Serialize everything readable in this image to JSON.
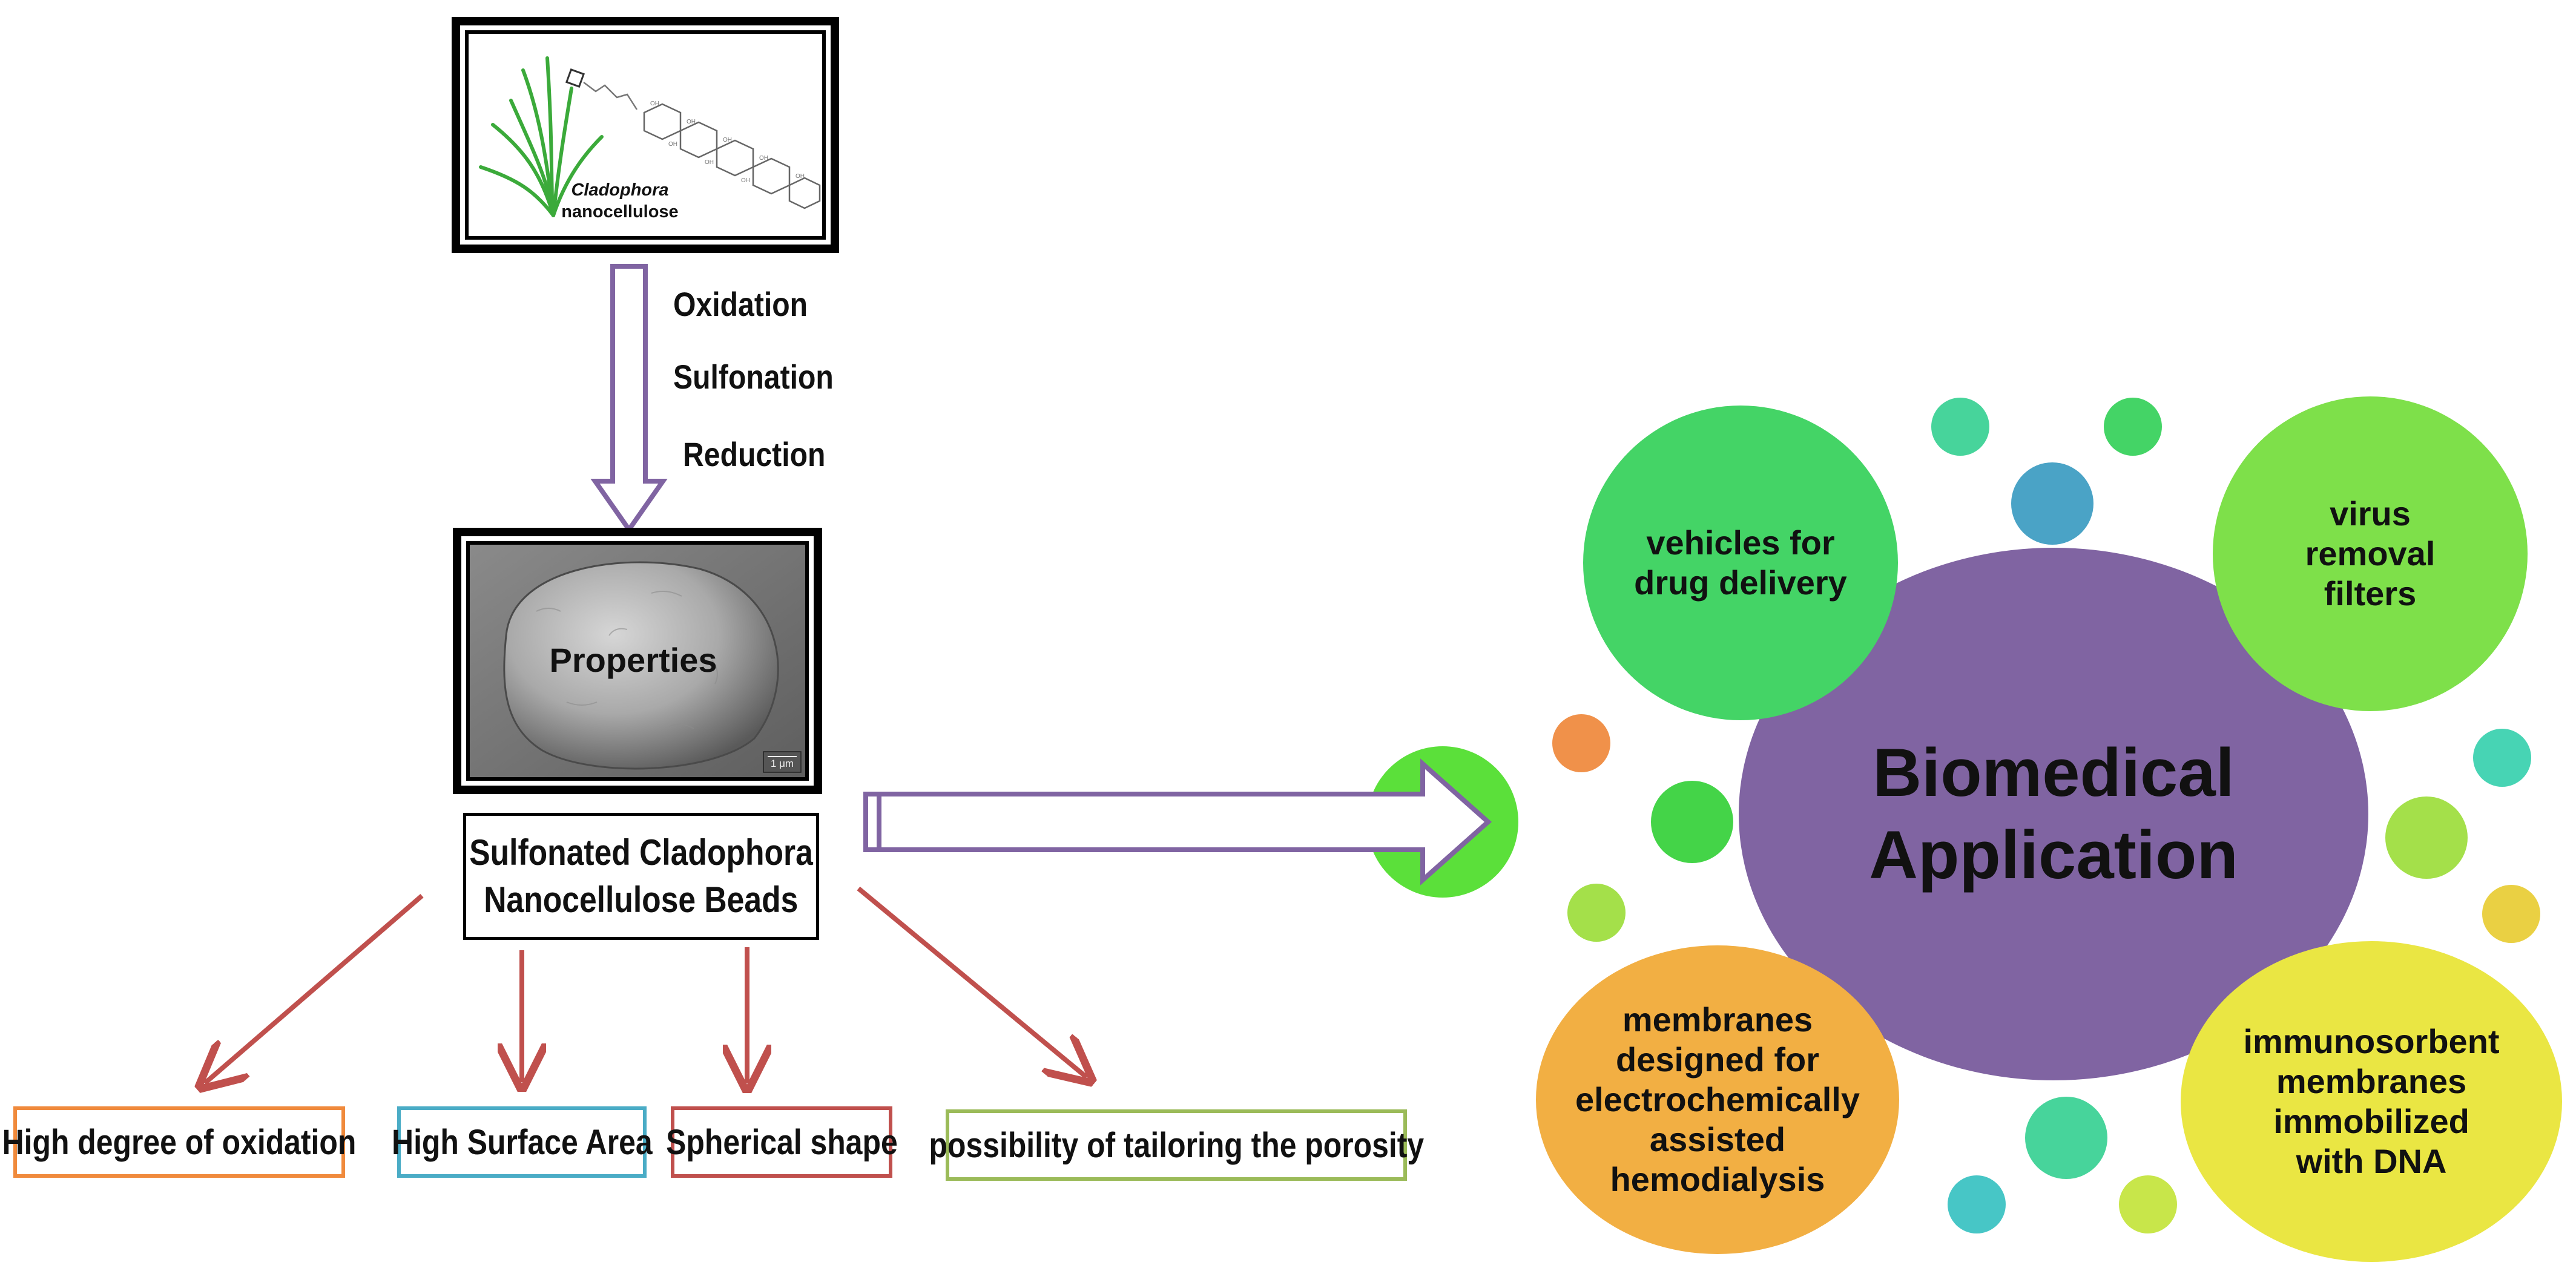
{
  "source_card": {
    "species": "Cladophora",
    "material": "nanocellulose"
  },
  "process_steps": [
    "Oxidation",
    "Sulfonation",
    "Reduction"
  ],
  "sem_image": {
    "label": "Properties",
    "scale_bar": "1 μm"
  },
  "product_label": [
    "Sulfonated Cladophora",
    "Nanocellulose Beads"
  ],
  "properties": [
    {
      "label": "High degree of oxidation",
      "color": "#F08A3C"
    },
    {
      "label": "High Surface Area",
      "color": "#4AACC6"
    },
    {
      "label": "Spherical shape",
      "color": "#C0504D"
    },
    {
      "label": "possibility of tailoring the porosity",
      "color": "#9BBB59"
    }
  ],
  "application": {
    "title_lines": [
      "Biomedical",
      "Application"
    ],
    "center_color": "#8064A2",
    "satellites": [
      {
        "name": "drug-delivery",
        "lines": [
          "vehicles for",
          "drug delivery"
        ],
        "color": "#44D466"
      },
      {
        "name": "virus-removal",
        "lines": [
          "virus",
          "removal",
          "filters"
        ],
        "color": "#7EE04A"
      },
      {
        "name": "hemodialysis",
        "lines": [
          "membranes",
          "designed for",
          "electrochemically",
          "assisted",
          "hemodialysis"
        ],
        "color": "#F2AF43"
      },
      {
        "name": "immunosorbent",
        "lines": [
          "immunosorbent",
          "membranes",
          "immobilized",
          "with DNA"
        ],
        "color": "#EAE643"
      }
    ]
  },
  "colors": {
    "arrow_purple": "#8064A2",
    "arrow_red": "#C0504D",
    "connector_green": "#5BE03A"
  }
}
